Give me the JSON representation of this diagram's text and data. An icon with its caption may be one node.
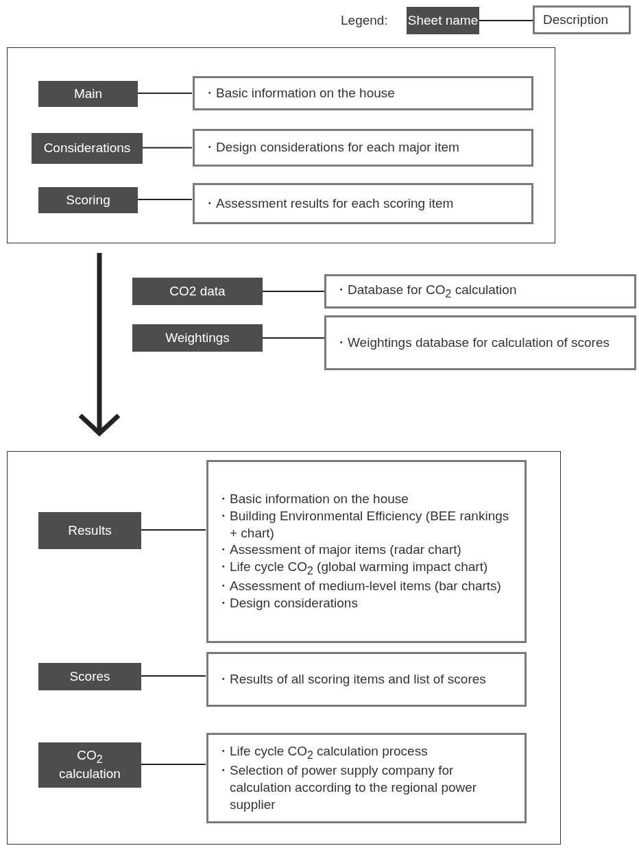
{
  "diagram": {
    "nodes": [
      {
        "text": [
          "Sheet name"
        ]
      },
      {
        "text": [
          "Description"
        ]
      },
      {
        "text": [],
        "shape": "box"
      },
      {
        "text": [
          "Main"
        ],
        "in": 2
      },
      {
        "text": [
          "・Basic information on the house"
        ],
        "in": 2
      },
      {
        "text": [
          "Considerations"
        ],
        "in": 2
      },
      {
        "text": [
          "・Design considerations for each major item"
        ],
        "in": 2
      },
      {
        "text": [
          "Scoring"
        ],
        "in": 2
      },
      {
        "text": [
          "・Assessment results for each scoring item"
        ],
        "in": 2
      },
      {
        "text": [
          "CO2 data"
        ]
      },
      {
        "text": [
          "・Database for CO$_{2}$ calculation"
        ]
      },
      {
        "text": [
          "Weightings"
        ]
      },
      {
        "text": [
          "・Weightings database for calculation of scores"
        ]
      },
      {
        "text": [],
        "shape": "box"
      },
      {
        "text": [
          "Results"
        ],
        "in": 13
      },
      {
        "text": [
          "・Basic information on the house",
          "・Building Environmental Efficiency (BEE rankings + chart)",
          "・Assessment of major items (radar chart)",
          "・Life cycle CO$_{2}$ (global warming impact chart)",
          "・Assessment of medium-level items (bar charts)",
          "・Design considerations"
        ],
        "in": 13
      },
      {
        "text": [
          "Scores"
        ],
        "in": 13
      },
      {
        "text": [
          "・Results of all scoring items and list of scores"
        ],
        "in": 13
      },
      {
        "text": [
          "CO$_{2}$ calculation"
        ],
        "in": 13
      },
      {
        "text": [
          "・Life cycle CO$_{2}$ calculation process",
          "・Selection of power supply company for calculation according to the regional power supplier"
        ],
        "in": 13
      }
    ],
    "edges": [
      {
        "from": 0,
        "to": 1,
        "arrow": "none"
      },
      {
        "from": 3,
        "to": 4,
        "arrow": "none"
      },
      {
        "from": 5,
        "to": 6,
        "arrow": "none"
      },
      {
        "from": 7,
        "to": 8,
        "arrow": "none"
      },
      {
        "from": 9,
        "to": 10,
        "arrow": "none"
      },
      {
        "from": 11,
        "to": 12,
        "arrow": "none"
      },
      {
        "from": 2,
        "to": 13,
        "arrow": "to",
        "style": "thick"
      },
      {
        "from": 14,
        "to": 15,
        "arrow": "none"
      },
      {
        "from": 16,
        "to": 17,
        "arrow": "none"
      },
      {
        "from": 18,
        "to": 19,
        "arrow": "none"
      }
    ],
    "labels": [
      "Legend:"
    ]
  }
}
